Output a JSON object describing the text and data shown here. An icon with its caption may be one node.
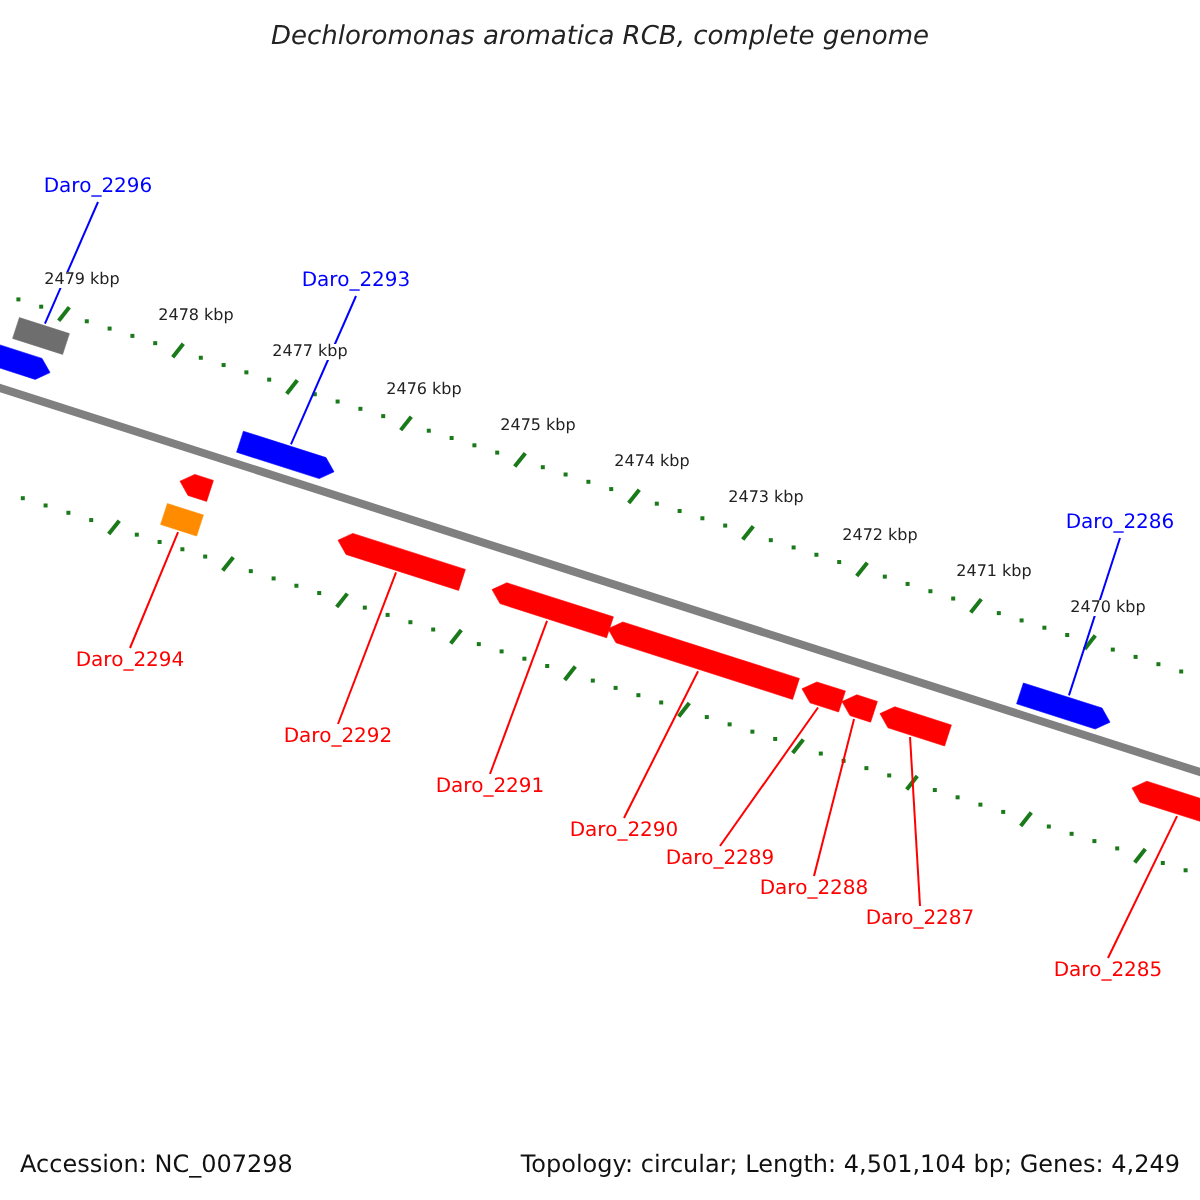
{
  "diagram": {
    "title": "Dechloromonas aromatica RCB, complete genome",
    "nodes": [
      {
        "text": [],
        "shape": "bar"
      },
      {
        "text": [],
        "shape": "bar"
      },
      {
        "text": [],
        "shape": "bar"
      },
      {
        "text": [],
        "shape": "bar"
      },
      {
        "text": [],
        "shape": "bar"
      },
      {
        "text": [],
        "shape": "bar"
      },
      {
        "text": [],
        "shape": "bar"
      },
      {
        "text": [],
        "shape": "bar"
      },
      {
        "text": [],
        "shape": "bar"
      },
      {
        "text": [],
        "shape": "bar"
      },
      {
        "text": [],
        "shape": "bar"
      },
      {
        "text": [],
        "shape": "bar"
      },
      {
        "text": [],
        "shape": "bar"
      },
      {
        "text": [
          "Daro_2296"
        ]
      },
      {
        "text": [
          "Daro_2293"
        ]
      },
      {
        "text": [
          "Daro_2286"
        ]
      },
      {
        "text": [
          "Daro_2294"
        ]
      },
      {
        "text": [
          "Daro_2292"
        ]
      },
      {
        "text": [
          "Daro_2291"
        ]
      },
      {
        "text": [
          "Daro_2290"
        ]
      },
      {
        "text": [
          "Daro_2289"
        ]
      },
      {
        "text": [
          "Daro_2288"
        ]
      },
      {
        "text": [
          "Daro_2287"
        ]
      },
      {
        "text": [
          "Daro_2285"
        ]
      }
    ],
    "edges": [
      {
        "from": 13,
        "to": 0,
        "arrow": "none",
        "color": "#0000ff"
      },
      {
        "from": 14,
        "to": 2,
        "arrow": "none",
        "color": "#0000ff"
      },
      {
        "from": 15,
        "to": 11,
        "arrow": "none",
        "color": "#0000ff"
      },
      {
        "from": 16,
        "to": 4,
        "arrow": "none"
      },
      {
        "from": 17,
        "to": 5,
        "arrow": "none"
      },
      {
        "from": 18,
        "to": 6,
        "arrow": "none"
      },
      {
        "from": 19,
        "to": 7,
        "arrow": "none"
      },
      {
        "from": 20,
        "to": 8,
        "arrow": "none"
      },
      {
        "from": 21,
        "to": 9,
        "arrow": "none"
      },
      {
        "from": 22,
        "to": 10,
        "arrow": "none"
      },
      {
        "from": 23,
        "to": 12,
        "arrow": "none"
      }
    ],
    "labels": [
      "2479 kbp",
      "2478 kbp",
      "2477 kbp",
      "2476 kbp",
      "2475 kbp",
      "2474 kbp",
      "2473 kbp",
      "2472 kbp",
      "2471 kbp",
      "2470 kbp",
      "Accession: NC_007298",
      "Topology: circular; Length: 4,501,104 bp; Genes: 4,249"
    ]
  }
}
